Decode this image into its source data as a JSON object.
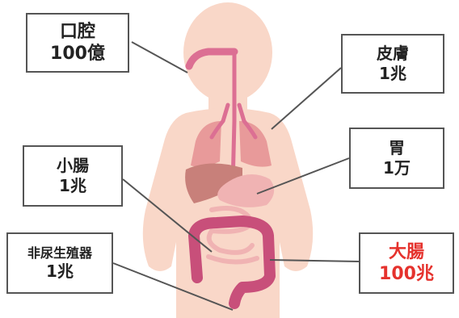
{
  "colors": {
    "skin": "#f9d7c8",
    "organ_pink": "#dc6f93",
    "organ_pink_dark": "#c84f7a",
    "lungs": "#e89a9a",
    "liver": "#c8807a",
    "stomach": "#f0b3b3",
    "leader_line": "#555555",
    "text": "#222222",
    "highlight": "#e5322d"
  },
  "labels": [
    {
      "id": "mouth",
      "name": "口腔",
      "count": "100億"
    },
    {
      "id": "skin",
      "name": "皮膚",
      "count": "1兆"
    },
    {
      "id": "stomach",
      "name": "胃",
      "count": "1万"
    },
    {
      "id": "small-intestine",
      "name": "小腸",
      "count": "1兆"
    },
    {
      "id": "urogenital",
      "name": "非尿生殖器",
      "count": "1兆"
    },
    {
      "id": "large-intestine",
      "name": "大腸",
      "count": "100兆"
    }
  ]
}
